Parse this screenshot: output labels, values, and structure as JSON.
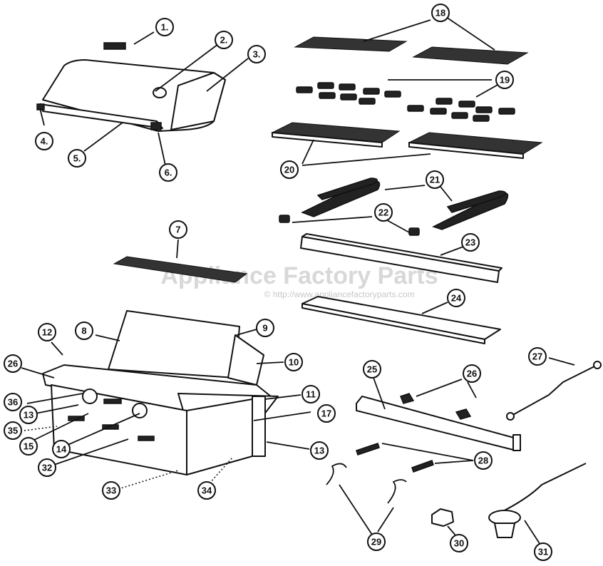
{
  "watermark": {
    "title": "Appliance Factory Parts",
    "url": "© http://www.appliancefactoryparts.com"
  },
  "callouts": {
    "c1": "1.",
    "c2": "2.",
    "c3": "3.",
    "c4": "4.",
    "c5": "5.",
    "c6": "6.",
    "c7": "7",
    "c8": "8",
    "c9": "9",
    "c10": "10",
    "c11": "11",
    "c12": "12",
    "c13a": "13",
    "c13b": "13",
    "c14": "14",
    "c15": "15",
    "c17": "17",
    "c18": "18",
    "c19": "19",
    "c20": "20",
    "c21": "21",
    "c22": "22",
    "c23": "23",
    "c24": "24",
    "c25": "25",
    "c26a": "26",
    "c26b": "26",
    "c27": "27",
    "c28": "28",
    "c29": "29",
    "c30": "30",
    "c31": "31",
    "c32": "32",
    "c33": "33",
    "c34": "34",
    "c35": "35",
    "c36": "36"
  }
}
